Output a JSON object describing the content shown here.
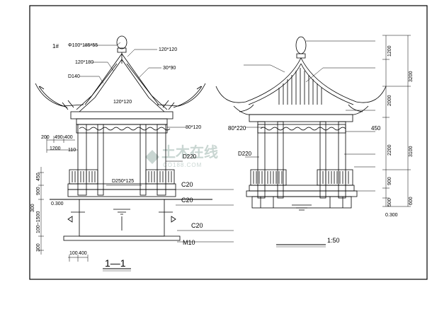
{
  "drawing": {
    "section_title": "1—1",
    "elevation_scale": "1:50",
    "watermark": {
      "text": "土木在线",
      "sub": "CO188.COM"
    }
  },
  "left_labels": {
    "mark": "1#",
    "finial": "Φ100*185*55",
    "ridge_a": "120*120",
    "rafter": "120*180",
    "purlin": "30*90",
    "d140": "D140",
    "beam_120": "120*120",
    "beam_80": "80*120",
    "d220": "D220",
    "d250": "D250*125",
    "c20_a": "C20",
    "c20_b": "C20",
    "c20_c": "C20",
    "m10": "M10"
  },
  "left_dims": {
    "d200": "200",
    "d490": "490",
    "d400": "400",
    "d1200": "1200",
    "d110": "110",
    "d450": "450",
    "d900": "900",
    "d300v": "300",
    "d1500": "100~1500",
    "d300b": "300",
    "lvl": "0.300",
    "b100": "100",
    "b400": "400"
  },
  "right_labels": {
    "beam_80": "80*220",
    "d220": "D220",
    "d450": "450"
  },
  "right_dims": {
    "d1200": "1200",
    "d3200": "3200",
    "d2000": "2000",
    "d2200": "2200",
    "d3100": "3100",
    "d900": "900",
    "d500": "500",
    "d600": "600",
    "lvl": "0.300"
  }
}
